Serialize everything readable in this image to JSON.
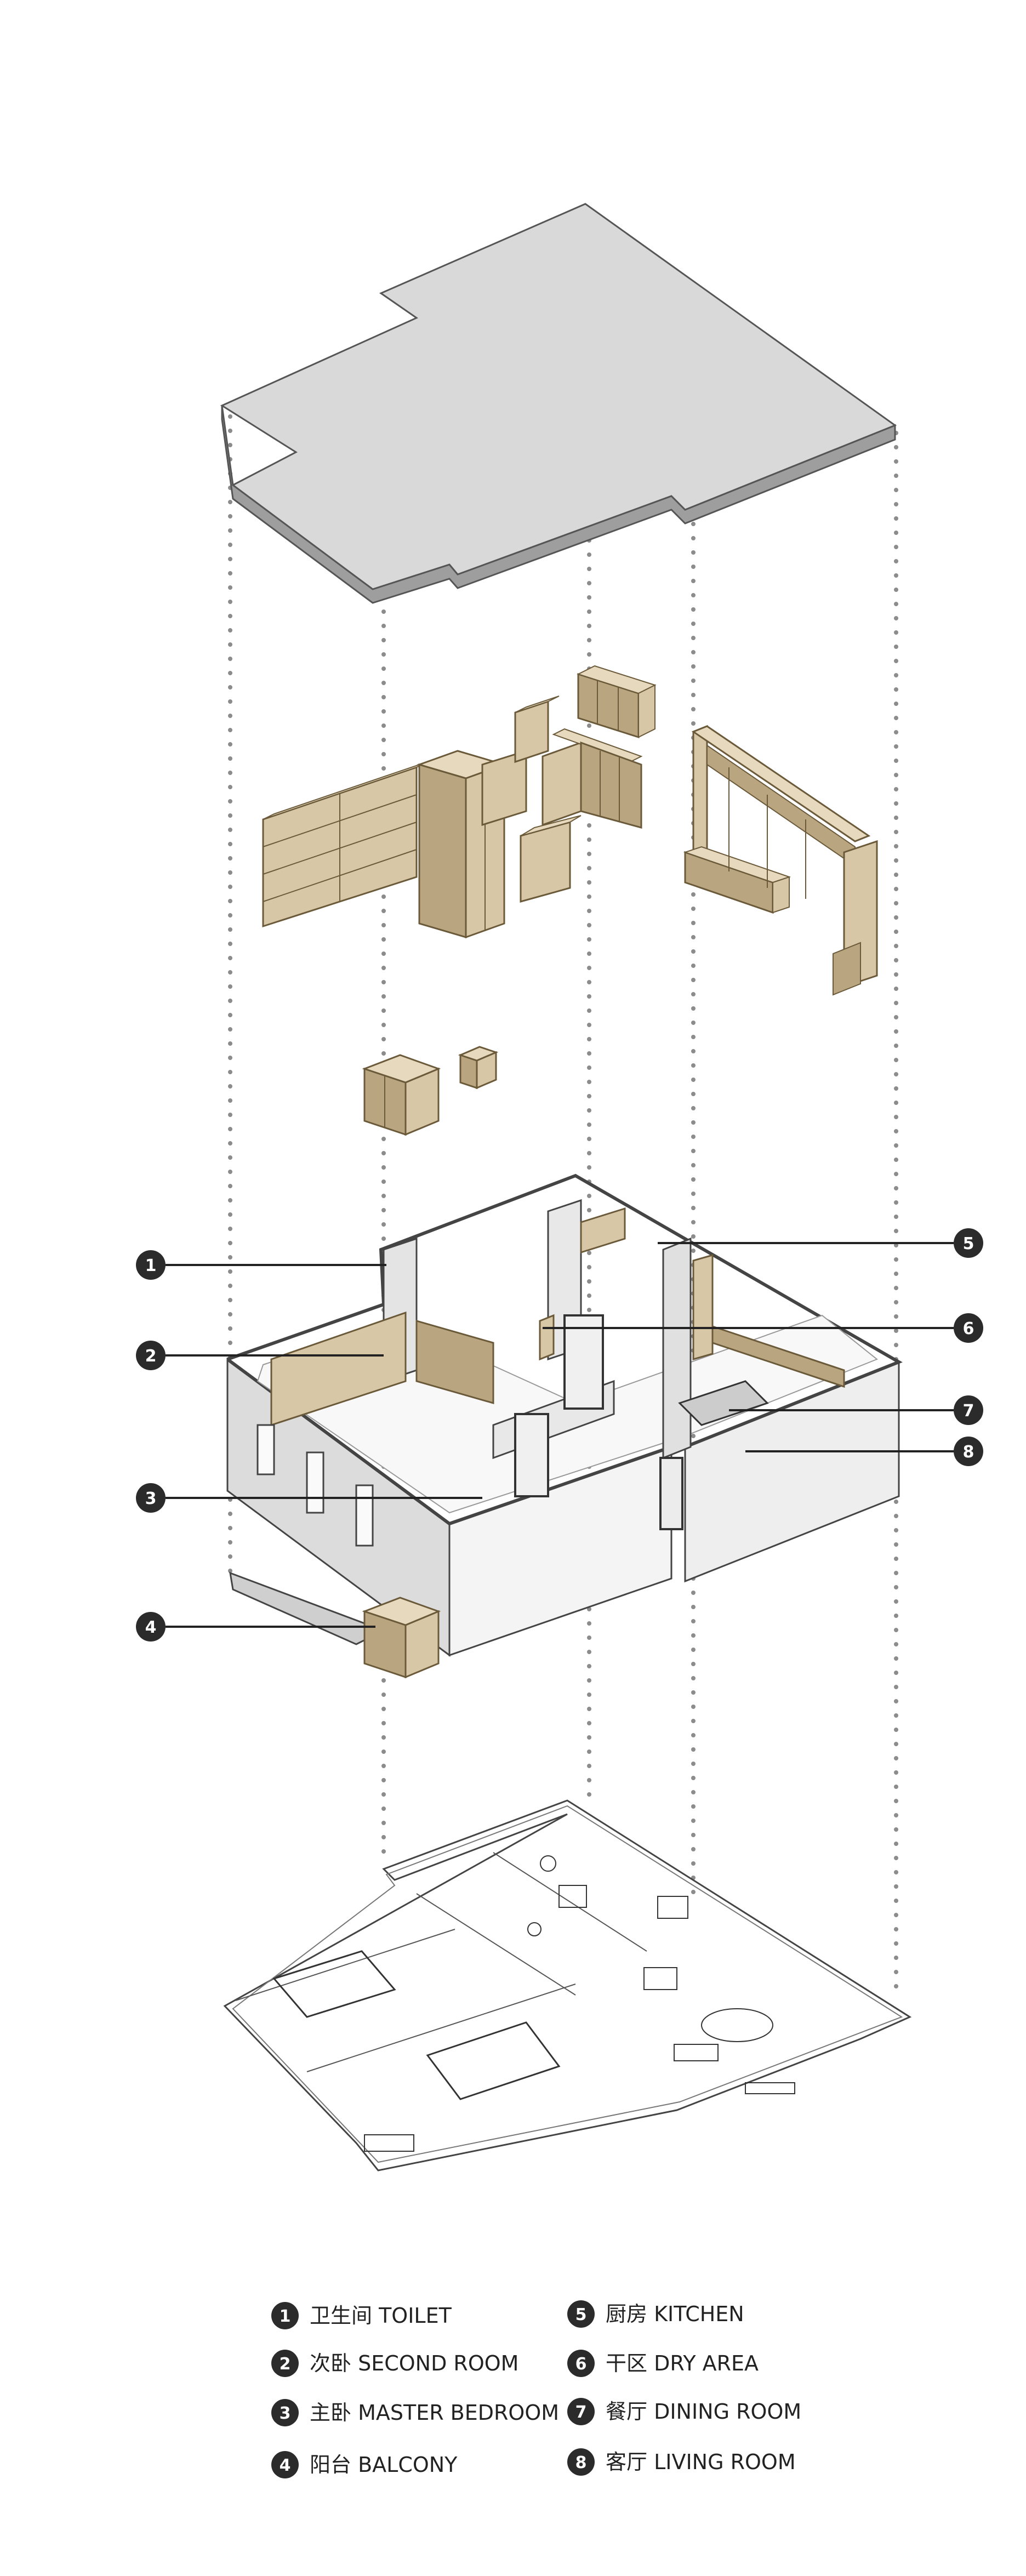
{
  "colors": {
    "slab_fill": "#d9d9d9",
    "slab_edge": "#555555",
    "wood": "#d8c7a6",
    "wood_dark": "#b9a681",
    "wood_edge": "#6b5a3a",
    "wall_light": "#f4f4f4",
    "wall_side": "#dcdcdc",
    "wall_shade": "#c9c9c9",
    "badge": "#2b2b2b",
    "dots": "#8c8c8c",
    "line": "#222222"
  },
  "rooms": [
    {
      "num": "1",
      "label": "卫生间 TOILET"
    },
    {
      "num": "2",
      "label": "次卧 SECOND ROOM"
    },
    {
      "num": "3",
      "label": "主卧 MASTER BEDROOM"
    },
    {
      "num": "4",
      "label": "阳台 BALCONY"
    },
    {
      "num": "5",
      "label": "厨房 KITCHEN"
    },
    {
      "num": "6",
      "label": "干区 DRY AREA"
    },
    {
      "num": "7",
      "label": "餐厅 DINING ROOM"
    },
    {
      "num": "8",
      "label": "客厅 LIVING ROOM"
    }
  ]
}
